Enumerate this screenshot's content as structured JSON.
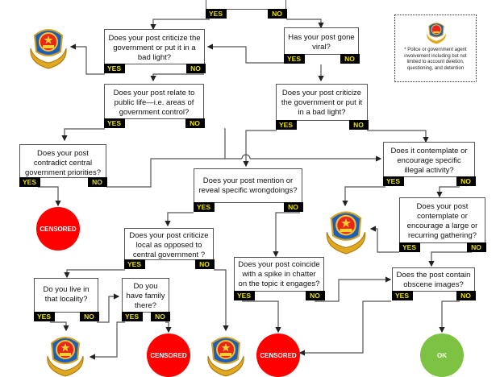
{
  "labels": {
    "yes": "YES",
    "no": "NO"
  },
  "questions": {
    "q_top": "",
    "q_criticize_left": "Does your post criticize the government or put it in a bad light?",
    "q_viral": "Has your post gone viral?",
    "q_public_life": "Does your post relate to public life—i.e. areas of government control?",
    "q_criticize_right": "Does your post criticize the government or put it in a bad light?",
    "q_contradict": "Does your post contradict central government priorities?",
    "q_illegal": "Does it contemplate or encourage specific illegal activity?",
    "q_wrongdoings": "Does your post mention or reveal specific wrongdoings?",
    "q_gathering": "Does your post contemplate or encourage a large or recurring gathering?",
    "q_local": "Does your post criticize local as opposed to central government ?",
    "q_spike": "Does your post coincide with a spike in chatter on the topic it engages?",
    "q_obscene": "Does the post contain obscene images?",
    "q_live": "Do you live in that locality?",
    "q_family": "Do you have family there?"
  },
  "outcomes": {
    "censored": "CENSORED",
    "ok": "OK",
    "police_icon": "police-badge"
  },
  "legend": {
    "note": "* Police or government agent involvement including but not limited to account deletion, questioning, and detention"
  },
  "colors": {
    "censored": "#ff0000",
    "ok": "#7dc242",
    "tag_bg": "#000000",
    "tag_text": "#e8e000",
    "line": "#555555"
  }
}
